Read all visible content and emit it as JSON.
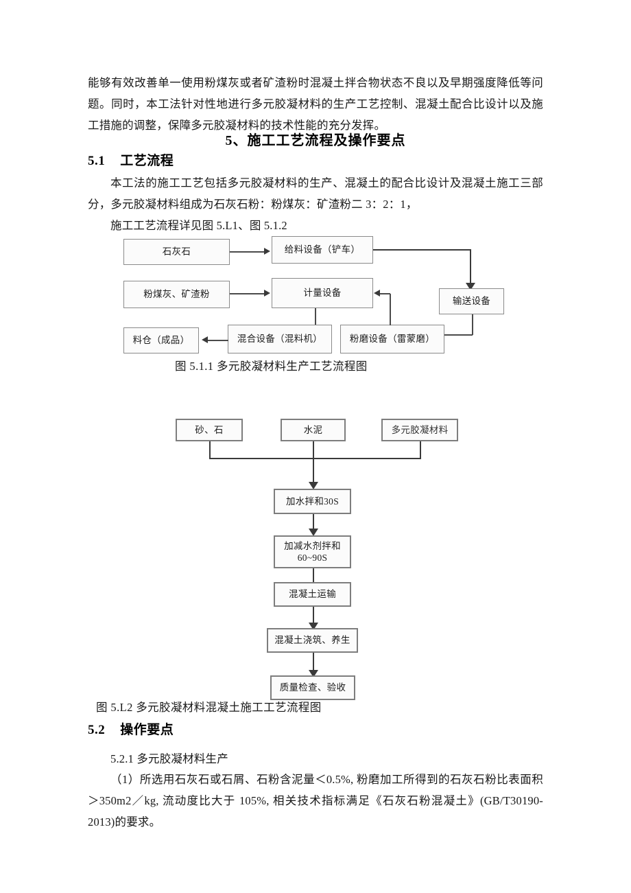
{
  "document": {
    "paragraphs": {
      "intro": "能够有效改善单一使用粉煤灰或者矿渣粉时混凝土拌合物状态不良以及早期强度降低等问题。同时，本工法针对性地进行多元胶凝材料的生产工艺控制、混凝土配合比设计以及施工措施的调整，保障多元胶凝材料的技术性能的充分发挥。",
      "process_desc": "本工法的施工工艺包括多元胶凝材料的生产、混凝土的配合比设计及混凝土施工三部分，多元胶凝材料组成为石灰石粉：粉煤灰：矿渣粉二 3：2：1，",
      "process_ref": "施工工艺流程详见图 5.L1、图 5.1.2",
      "sec521_title": "5.2.1 多元胶凝材料生产",
      "sec521_item1": "（1）所选用石灰石或石屑、石粉含泥量＜0.5%, 粉磨加工所得到的石灰石粉比表面积＞350m2／kg, 流动度比大于 105%, 相关技术指标满足《石灰石粉混凝土》(GB/T30190-2013)的要求。"
    },
    "headings": {
      "section5": "5、施工工艺流程及操作要点",
      "section51_num": "5.1",
      "section51_text": "工艺流程",
      "section52_num": "5.2",
      "section52_text": "操作要点"
    },
    "captions": {
      "fig511": "图 5.1.1 多元胶凝材料生产工艺流程图",
      "fig512": "图 5.L2 多元胶凝材料混凝土施工工艺流程图"
    }
  },
  "chart_data": [
    {
      "type": "diagram",
      "id": "fig-5-1-1",
      "title": "图 5.1.1 多元胶凝材料生产工艺流程图",
      "nodes": [
        {
          "key": "limestone",
          "label": "石灰石"
        },
        {
          "key": "feeder",
          "label": "给料设备（铲车）"
        },
        {
          "key": "flyash",
          "label": "粉煤灰、矿渣粉"
        },
        {
          "key": "metering",
          "label": "计量设备"
        },
        {
          "key": "conveyor",
          "label": "输送设备"
        },
        {
          "key": "silo",
          "label": "料仓（成品）"
        },
        {
          "key": "mixer",
          "label": "混合设备（混料机）"
        },
        {
          "key": "grinder",
          "label": "粉磨设备（雷蒙磨）"
        }
      ],
      "edges": [
        {
          "from": "limestone",
          "to": "feeder"
        },
        {
          "from": "feeder",
          "to": "conveyor"
        },
        {
          "from": "flyash",
          "to": "metering"
        },
        {
          "from": "metering",
          "to": "mixer"
        },
        {
          "from": "conveyor",
          "to": "grinder"
        },
        {
          "from": "grinder",
          "to": "metering"
        },
        {
          "from": "mixer",
          "to": "silo"
        }
      ]
    },
    {
      "type": "diagram",
      "id": "fig-5-1-2",
      "title": "图 5.L2 多元胶凝材料混凝土施工工艺流程图",
      "nodes": [
        {
          "key": "sandstone",
          "label": "砂、石"
        },
        {
          "key": "cement",
          "label": "水泥"
        },
        {
          "key": "binder",
          "label": "多元胶凝材料"
        },
        {
          "key": "mix30",
          "label": "加水拌和30S"
        },
        {
          "key": "mix6090",
          "label": "加减水剂拌和\n60~90S"
        },
        {
          "key": "transport",
          "label": "混凝土运输"
        },
        {
          "key": "pour",
          "label": "混凝土浇筑、养生"
        },
        {
          "key": "inspect",
          "label": "质量检查、验收"
        }
      ],
      "edges": [
        {
          "from": "sandstone",
          "to": "mix30"
        },
        {
          "from": "cement",
          "to": "mix30"
        },
        {
          "from": "binder",
          "to": "mix30"
        },
        {
          "from": "mix30",
          "to": "mix6090"
        },
        {
          "from": "mix6090",
          "to": "transport"
        },
        {
          "from": "transport",
          "to": "pour"
        },
        {
          "from": "pour",
          "to": "inspect"
        }
      ]
    }
  ],
  "flow1": {
    "limestone": "石灰石",
    "feeder": "给料设备（铲车）",
    "flyash": "粉煤灰、矿渣粉",
    "metering": "计量设备",
    "conveyor": "输送设备",
    "silo": "料仓（成品）",
    "mixer": "混合设备（混料机）",
    "grinder": "粉磨设备（雷蒙磨）"
  },
  "flow2": {
    "sandstone": "砂、石",
    "cement": "水泥",
    "binder": "多元胶凝材料",
    "mix30": "加水拌和30S",
    "mix6090_line1": "加减水剂拌和",
    "mix6090_line2": "60~90S",
    "transport": "混凝土运输",
    "pour": "混凝土浇筑、养生",
    "inspect": "质量检查、验收"
  },
  "colors": {
    "text": "#181818",
    "node_border": "#8a8a8a",
    "node_fill": "#fbfbfb",
    "connector": "#4a4a4a"
  }
}
